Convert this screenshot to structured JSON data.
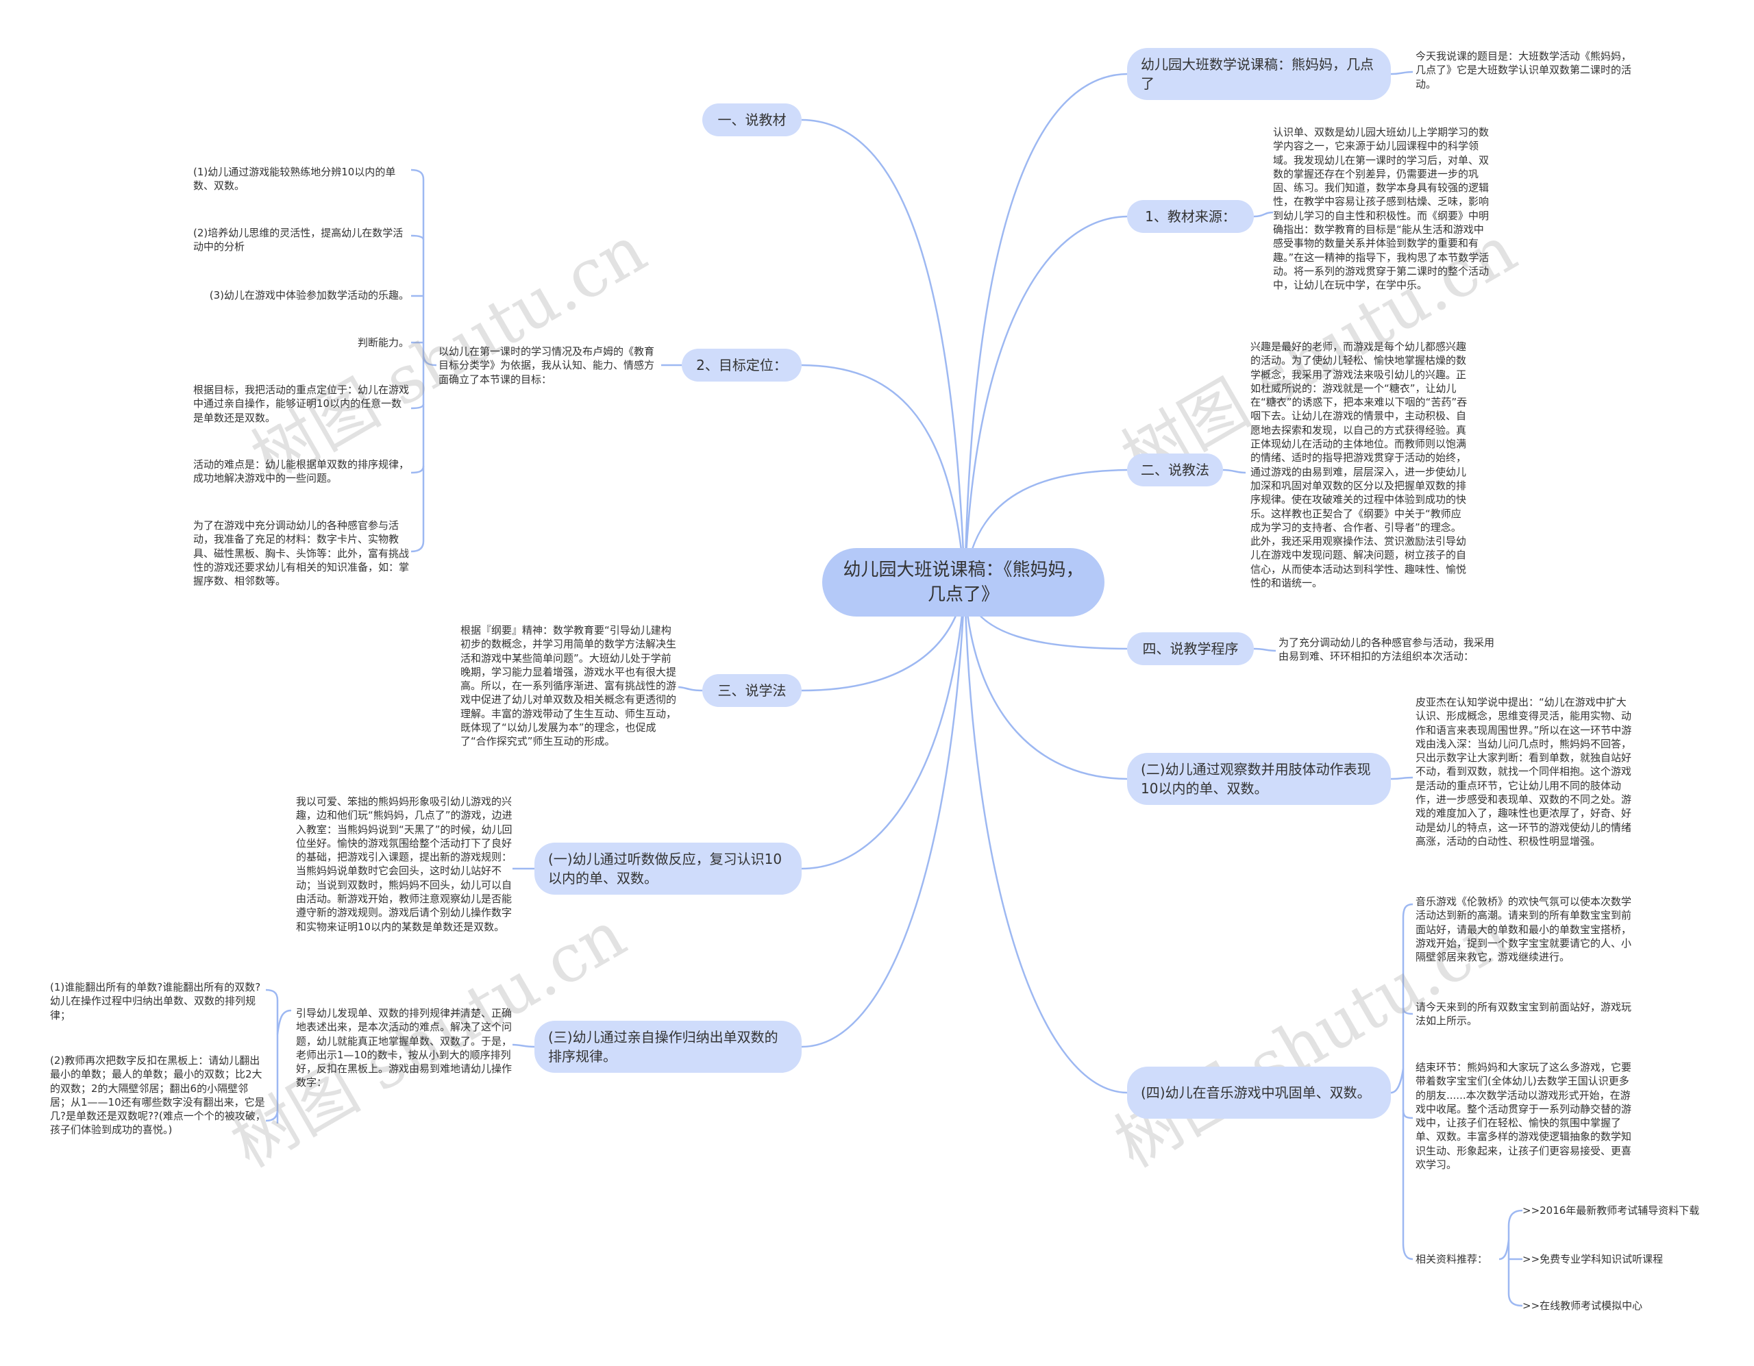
{
  "center": "幼儿园大班说课稿：《熊妈妈，几点了》",
  "watermark": "树图 shutu.cn",
  "right": {
    "r1": {
      "label": "幼儿园大班数学说课稿：熊妈妈，几点了",
      "text": "今天我说课的题目是：大班数学活动《熊妈妈，几点了》它是大班数学认识单双数第二课时的活动。"
    },
    "r2": {
      "label": "1、教材来源：",
      "text": "认识单、双数是幼儿园大班幼儿上学期学习的数学内容之一，它来源于幼儿园课程中的科学领域。我发现幼儿在第一课时的学习后，对单、双数的掌握还存在个别差异，仍需要进一步的巩固、练习。我们知道，数学本身具有较强的逻辑性，在教学中容易让孩子感到枯燥、乏味，影响到幼儿学习的自主性和积极性。而《纲要》中明确指出：数学教育的目标是“能从生活和游戏中感受事物的数量关系并体验到数学的重要和有趣。”在这一精神的指导下，我构思了本节数学活动。将一系列的游戏贯穿于第二课时的整个活动中，让幼儿在玩中学，在学中乐。"
    },
    "r3": {
      "label": "二、说教法",
      "text": "兴趣是最好的老师，而游戏是每个幼儿都感兴趣的活动。为了使幼儿轻松、愉快地掌握枯燥的数学概念，我采用了游戏法来吸引幼儿的兴趣。正如杜威所说的：游戏就是一个“糖衣”，让幼儿在“糖衣”的诱惑下，把本来难以下咽的“苦药”吞咽下去。让幼儿在游戏的情景中，主动积极、自愿地去探索和发现，以自己的方式获得经验。真正体现幼儿在活动的主体地位。而教师则以饱满的情绪、适时的指导把游戏贯穿于活动的始终，通过游戏的由易到难，层层深入，进一步使幼儿加深和巩固对单双数的区分以及把握单双数的排序规律。使在攻破难关的过程中体验到成功的快乐。这样教也正契合了《纲要》中关于“教师应成为学习的支持者、合作者、引导者”的理念。此外，我还采用观察操作法、赏识激励法引导幼儿在游戏中发现问题、解决问题，树立孩子的自信心，从而使本活动达到科学性、趣味性、愉悦性的和谐统一。"
    },
    "r4": {
      "label": "四、说教学程序",
      "text": "为了充分调动幼儿的各种感官参与活动，我采用由易到难、环环相扣的方法组织本次活动："
    },
    "r5": {
      "label": "(二)幼儿通过观察数并用肢体动作表现10以内的单、双数。",
      "text": "皮亚杰在认知学说中提出：“幼儿在游戏中扩大认识、形成概念，思维变得灵活，能用实物、动作和语言来表现周围世界。”所以在这一环节中游戏由浅入深：当幼儿问几点时，熊妈妈不回答，只出示数字让大家判断：看到单数，就独自站好不动，看到双数，就找一个同伴相抱。这个游戏是活动的重点环节，它让幼儿用不同的肢体动作，进一步感受和表现单、双数的不同之处。游戏的难度加入了，趣味性也更浓厚了，好奇、好动是幼儿的特点，这一环节的游戏使幼儿的情绪高涨，活动的白动性、积极性明显增强。"
    },
    "r6": {
      "label": "(四)幼儿在音乐游戏中巩固单、双数。",
      "t1": "音乐游戏《伦敦桥》的欢快气氛可以使本次数学活动达到新的高潮。请来到的所有单数宝宝到前面站好，请最大的单数和最小的单数宝宝搭桥，游戏开始，捉到一个数字宝宝就要请它的人、小隔壁邻居来救它，游戏继续进行。",
      "t2": "请今天来到的所有双数宝宝到前面站好，游戏玩法如上所示。",
      "t3": "结束环节：熊妈妈和大家玩了这么多游戏，它要带着数字宝宝们(全体幼儿)去数学王国认识更多的朋友......本次数学活动以游戏形式开始，在游戏中收尾。整个活动贯穿于一系列动静交替的游戏中，让孩子们在轻松、愉快的氛围中掌握了单、双数。丰富多样的游戏使逻辑抽象的数学知识生动、形象起来，让孩子们更容易接受、更喜欢学习。",
      "rel_label": "相关资料推荐：",
      "rel": [
        ">>2016年最新教师考试辅导资料下载",
        ">>免费专业学科知识试听课程",
        ">>在线教师考试模拟中心"
      ]
    }
  },
  "left": {
    "l1": {
      "label": "一、说教材"
    },
    "l2": {
      "label": "2、目标定位：",
      "text": "以幼儿在第一课时的学习情况及布卢姆的《教育目标分类学》为依据，我从认知、能力、情感方面确立了本节课的目标：",
      "leaves": [
        "(1)幼儿通过游戏能较熟练地分辨10以内的单数、双数。",
        "(2)培养幼儿思维的灵活性，提高幼儿在数学活动中的分析",
        "(3)幼儿在游戏中体验参加数学活动的乐趣。",
        "判断能力。",
        "根据目标，我把活动的重点定位于：幼儿在游戏中通过亲自操作，能够证明10以内的任意一数是单数还是双数。",
        "活动的难点是：幼儿能根据单双数的排序规律，成功地解决游戏中的一些问题。",
        "为了在游戏中充分调动幼儿的各种感官参与活动，我准备了充足的材料：数字卡片、实物教具、磁性黑板、胸卡、头饰等：此外，富有挑战性的游戏还要求幼儿有相关的知识准备，如：掌握序数、相邻数等。"
      ]
    },
    "l3": {
      "label": "三、说学法",
      "text": "根据『纲要』精神：数学教育要“引导幼儿建构初步的数概念，并学习用简单的数学方法解决生活和游戏中某些简单问题”。大班幼儿处于学前晚期，学习能力显着增强，游戏水平也有很大提高。所以，在一系列循序渐进、富有挑战性的游戏中促进了幼儿对单双数及相关概念有更透彻的理解。丰富的游戏带动了生生互动、师生互动，既体现了“以幼儿发展为本”的理念，也促成了“合作探究式”师生互动的形成。"
    },
    "l4": {
      "label": "(一)幼儿通过听数做反应，复习认识10以内的单、双数。",
      "text": "我以可爱、笨拙的熊妈妈形象吸引幼儿游戏的兴趣，边和他们玩“熊妈妈，几点了”的游戏，边进入教室：当熊妈妈说到“天黑了”的时候，幼儿回位坐好。愉快的游戏氛围给整个活动打下了良好的基础，把游戏引入课题，提出新的游戏规则：当熊妈妈说单数时它会回头，这时幼儿站好不动；当说到双数时，熊妈妈不回头，幼儿可以自由活动。新游戏开始，教师注意观察幼儿是否能遵守新的游戏规则。游戏后请个别幼儿操作数字和实物来证明10以内的某数是单数还是双数。"
    },
    "l5": {
      "label": "(三)幼儿通过亲自操作归纳出单双数的排序规律。",
      "text": "引导幼儿发现单、双数的排列规律并清楚、正确地表述出来，是本次活动的难点。解决了这个问题，幼儿就能真正地掌握单数、双数了。于是，老师出示1—10的数卡，按从小到大的顺序排列好，反扣在黑板上。游戏由易到难地请幼儿操作数字：",
      "leaves": [
        "(1)谁能翻出所有的单数?谁能翻出所有的双数?幼儿在操作过程中归纳出单数、双数的排列规律；",
        "(2)教师再次把数字反扣在黑板上：请幼儿翻出最小的单数；最人的单数；最小的双数；比2大的双数；2的大隔壁邻居；翻出6的小隔壁邻居；从1——10还有哪些数字没有翻出来，它是几?是单数还是双数呢??(难点一个个的被攻破，孩子们体验到成功的喜悦。)"
      ]
    }
  }
}
